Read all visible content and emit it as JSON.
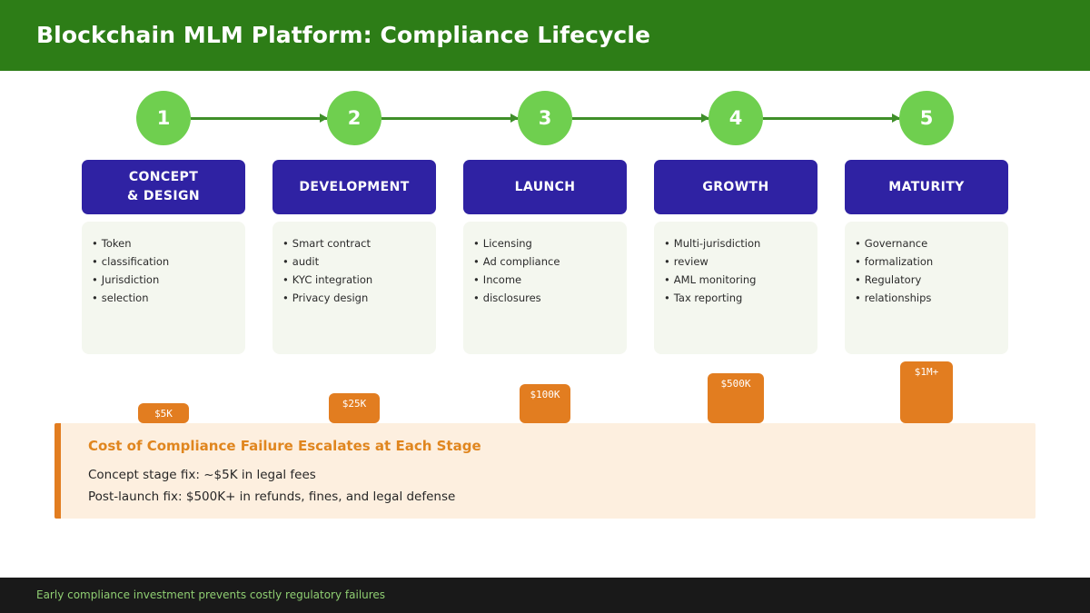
{
  "header": {
    "title": "Blockchain MLM Platform: Compliance Lifecycle",
    "bg_color": "#2d7d17"
  },
  "theme": {
    "circle_color": "#6fcf4f",
    "connector_color": "#3f8f29",
    "stage_header_color": "#2f22a3",
    "stage_body_color": "#f4f7ef",
    "cost_color": "#e27d20",
    "callout_bg": "#fdefdf",
    "callout_accent": "#e0861f",
    "footer_bg": "#191919",
    "footer_text_color": "#8fce72"
  },
  "stages": [
    {
      "number": "1",
      "title_line1": "CONCEPT",
      "title_line2": "& DESIGN",
      "bullets": [
        "Token",
        "classification",
        "Jurisdiction",
        "selection"
      ],
      "cost_label": "$5K",
      "cost_bar_width": 56,
      "cost_bar_height": 22
    },
    {
      "number": "2",
      "title_line1": "DEVELOPMENT",
      "title_line2": "",
      "bullets": [
        "Smart contract",
        "audit",
        "KYC integration",
        "Privacy design"
      ],
      "cost_label": "$25K",
      "cost_bar_width": 56,
      "cost_bar_height": 33
    },
    {
      "number": "3",
      "title_line1": "LAUNCH",
      "title_line2": "",
      "bullets": [
        "Licensing",
        "Ad compliance",
        "Income",
        "disclosures"
      ],
      "cost_label": "$100K",
      "cost_bar_width": 56,
      "cost_bar_height": 43
    },
    {
      "number": "4",
      "title_line1": "GROWTH",
      "title_line2": "",
      "bullets": [
        "Multi-jurisdiction",
        "review",
        "AML monitoring",
        "Tax reporting"
      ],
      "cost_label": "$500K",
      "cost_bar_width": 62,
      "cost_bar_height": 55
    },
    {
      "number": "5",
      "title_line1": "MATURITY",
      "title_line2": "",
      "bullets": [
        "Governance",
        "formalization",
        "Regulatory",
        "relationships"
      ],
      "cost_label": "$1M+",
      "cost_bar_width": 58,
      "cost_bar_height": 68
    }
  ],
  "callout": {
    "title": "Cost of Compliance Failure Escalates at Each Stage",
    "line1": "Concept stage fix: ~$5K in legal fees",
    "line2": "Post-launch fix: $500K+ in refunds, fines, and legal defense"
  },
  "footer": {
    "text": "Early compliance investment prevents costly regulatory failures"
  }
}
